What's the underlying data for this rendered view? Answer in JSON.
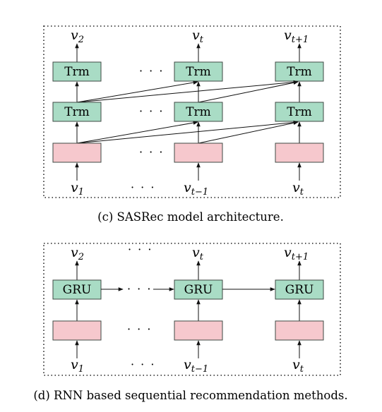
{
  "colors": {
    "green_fill": "#a9dcc5",
    "green_stroke": "#3f4a44",
    "pink_fill": "#f6c8cd",
    "pink_stroke": "#3f4a44",
    "frame": "#222222"
  },
  "dots": "· · ·",
  "sasrec": {
    "caption": "(c) SASRec model architecture.",
    "block_label": "Trm",
    "outputs": [
      {
        "base": "v",
        "sub": "2"
      },
      {
        "base": "v",
        "sub": "t"
      },
      {
        "base": "v",
        "sub": "t+1"
      }
    ],
    "inputs": [
      {
        "base": "v",
        "sub": "1"
      },
      {
        "base": "v",
        "sub": "t−1"
      },
      {
        "base": "v",
        "sub": "t"
      }
    ]
  },
  "rnn": {
    "caption": "(d) RNN based sequential recommendation methods.",
    "block_label": "GRU",
    "outputs": [
      {
        "base": "v",
        "sub": "2"
      },
      {
        "base": "v",
        "sub": "t"
      },
      {
        "base": "v",
        "sub": "t+1"
      }
    ],
    "inputs": [
      {
        "base": "v",
        "sub": "1"
      },
      {
        "base": "v",
        "sub": "t−1"
      },
      {
        "base": "v",
        "sub": "t"
      }
    ]
  }
}
